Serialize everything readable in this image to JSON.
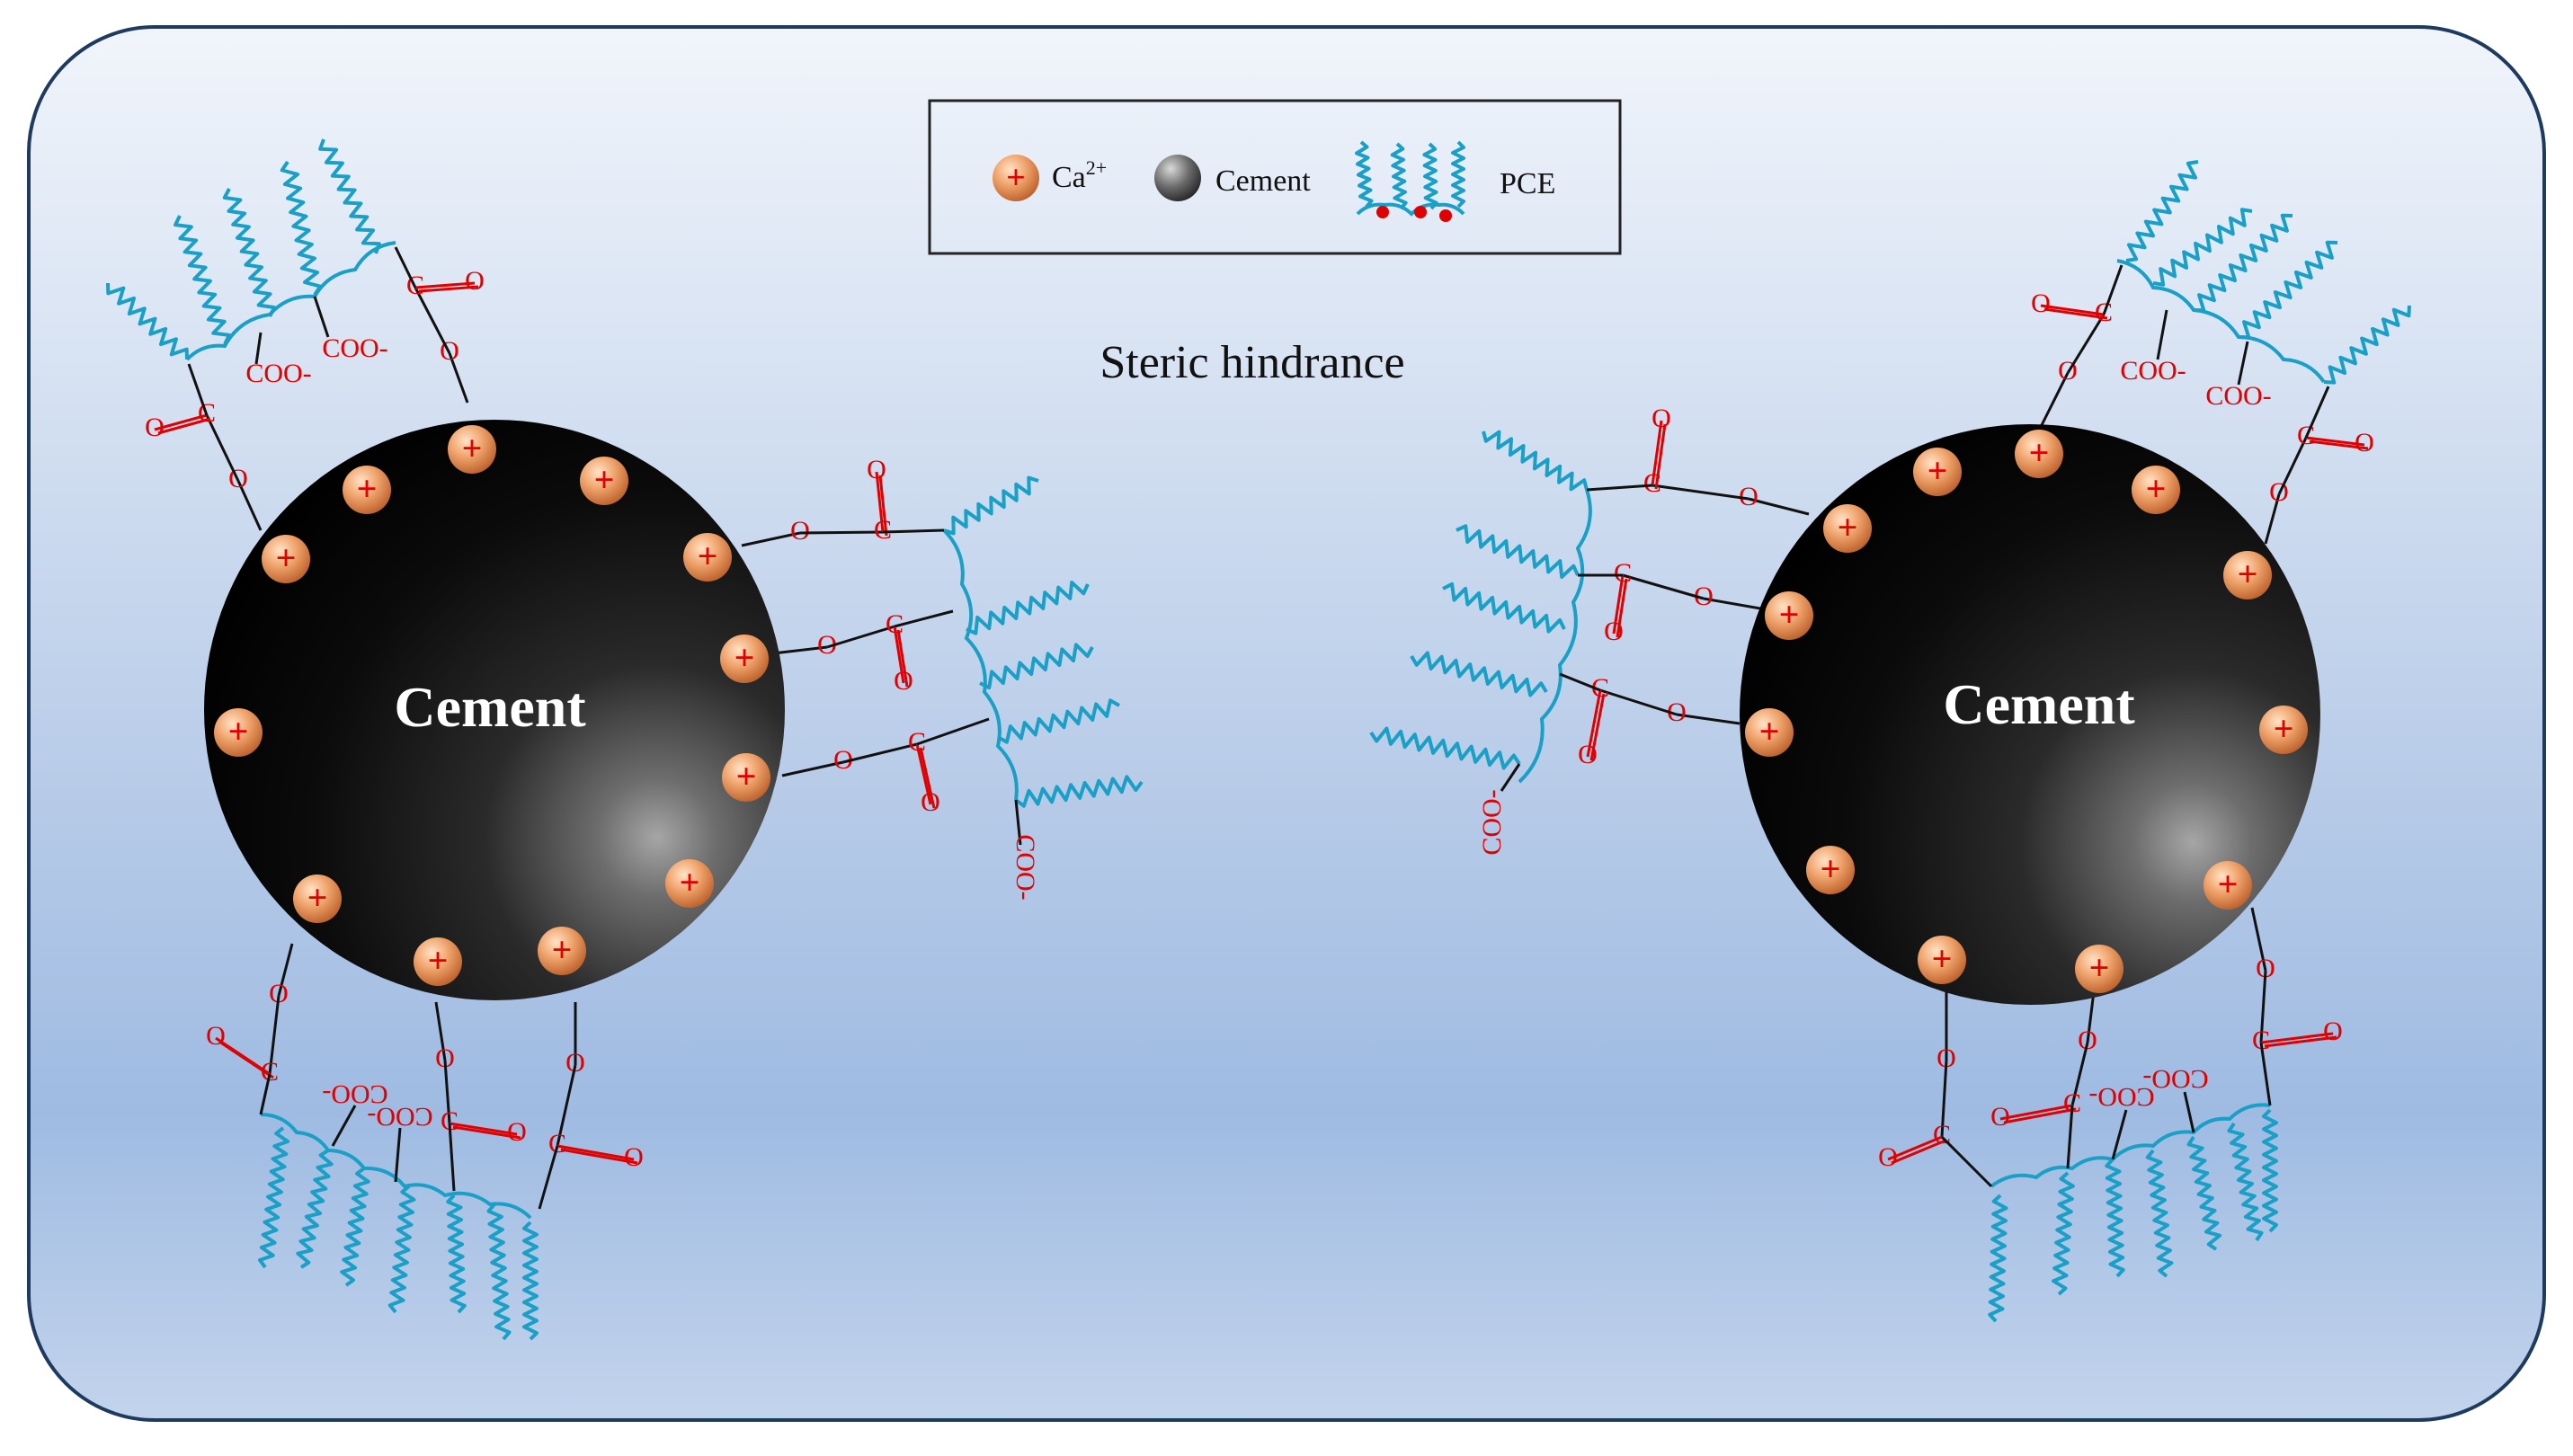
{
  "legend": {
    "ion_label": "Ca",
    "ion_charge": "2+",
    "cement_label": "Cement",
    "pce_label": "PCE"
  },
  "center_label": "Steric hindrance",
  "particles": [
    {
      "label": "Cement"
    },
    {
      "label": "Cement"
    }
  ],
  "chem": {
    "carbon": "C",
    "oxygen": "O",
    "carboxylate": "COO-",
    "plus": "+"
  },
  "colors": {
    "background_top": "#ecf1f8",
    "background_bottom": "#a6c0e4",
    "frame": "#1f3a5f",
    "pce_chain": "#1aa0c6",
    "chem_text": "#e00000",
    "ca_ion": "#e88c52",
    "particle": "#111111"
  }
}
